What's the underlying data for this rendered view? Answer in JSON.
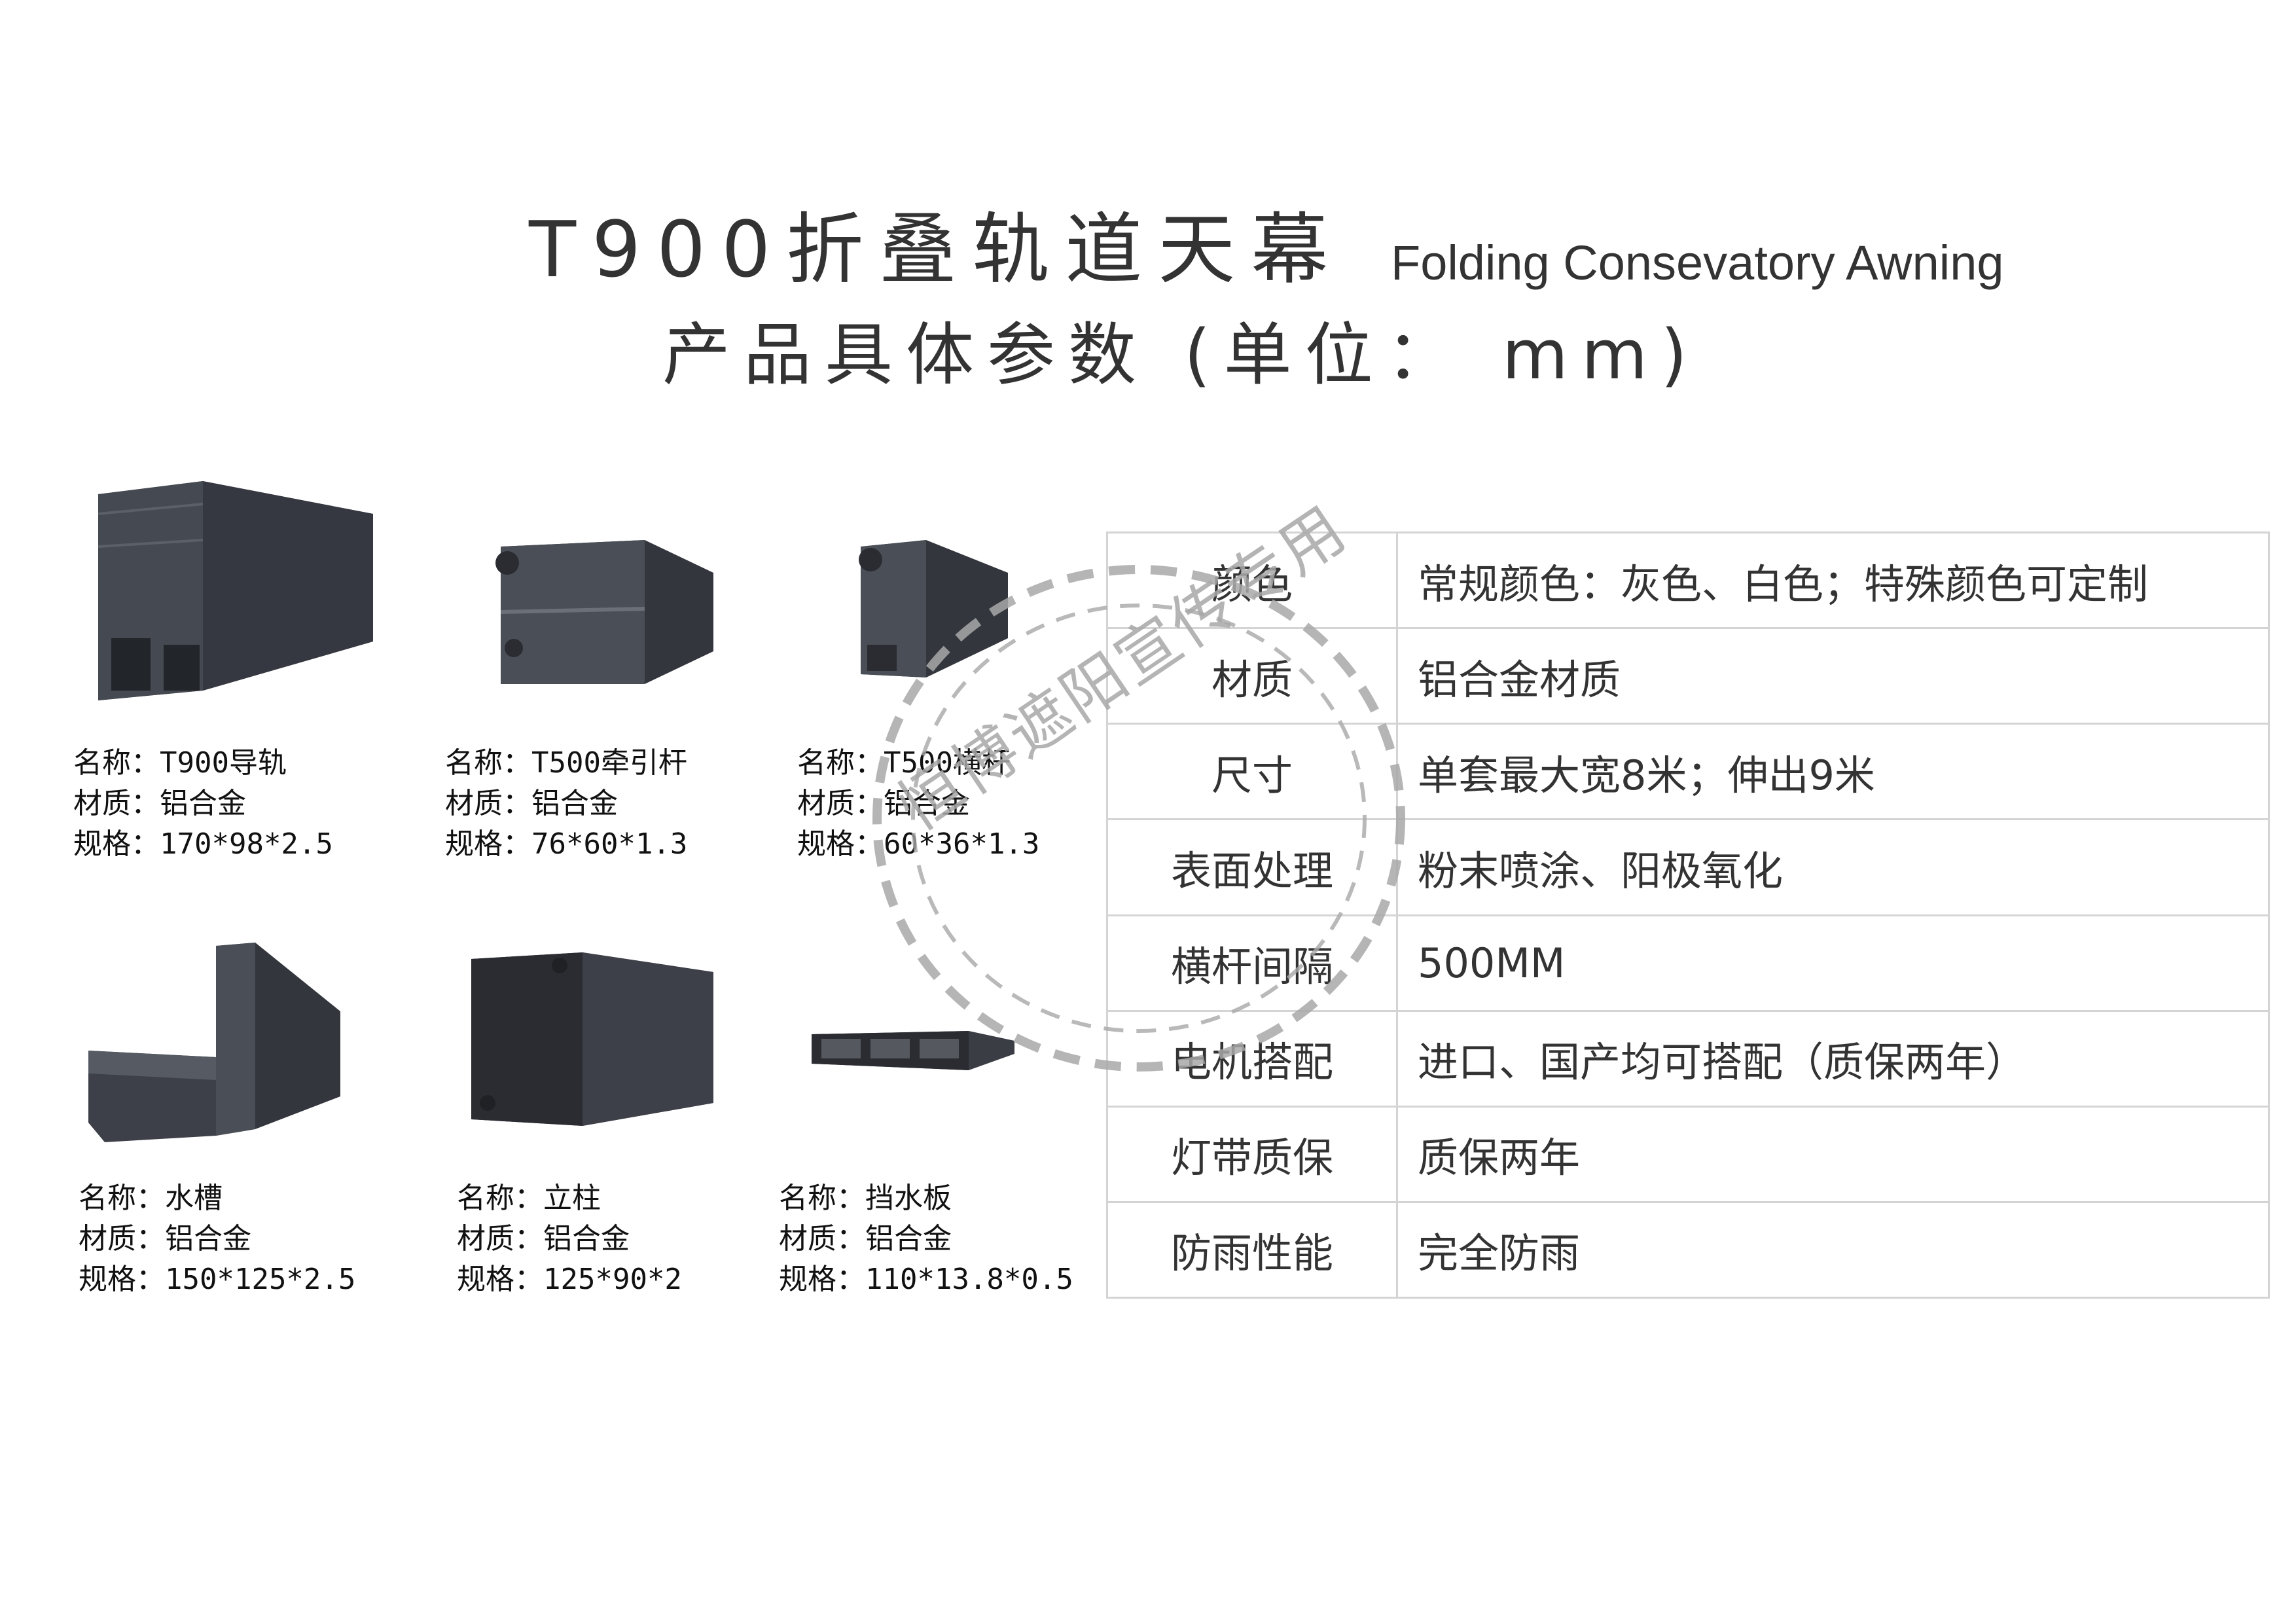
{
  "header": {
    "title_cn": "T900折叠轨道天幕",
    "title_en": "Folding Consevatory Awning",
    "subtitle": "产品具体参数 (单位： mm)"
  },
  "products": [
    {
      "name": "名称：T900导轨",
      "material": "材质：铝合金",
      "spec": "规格：170*98*2.5"
    },
    {
      "name": "名称：T500牵引杆",
      "material": "材质：铝合金",
      "spec": "规格：76*60*1.3"
    },
    {
      "name": "名称：T500横杆",
      "material": "材质：铝合金",
      "spec": "规格：60*36*1.3"
    },
    {
      "name": "名称：水槽",
      "material": "材质：铝合金",
      "spec": "规格：150*125*2.5"
    },
    {
      "name": "名称：立柱",
      "material": "材质：铝合金",
      "spec": "规格：125*90*2"
    },
    {
      "name": "名称：挡水板",
      "material": "材质：铝合金",
      "spec": "规格：110*13.8*0.5"
    }
  ],
  "spec_table": [
    {
      "label": "颜色",
      "value": "常规颜色：灰色、白色；特殊颜色可定制"
    },
    {
      "label": "材质",
      "value": "铝合金材质"
    },
    {
      "label": "尺寸",
      "value": "单套最大宽8米；伸出9米"
    },
    {
      "label": "表面处理",
      "value": "粉末喷涂、阳极氧化"
    },
    {
      "label": "横杆间隔",
      "value": "500MM"
    },
    {
      "label": "电机搭配",
      "value": "进口、国产均可搭配（质保两年）"
    },
    {
      "label": "灯带质保",
      "value": "质保两年"
    },
    {
      "label": "防雨性能",
      "value": "完全防雨"
    }
  ],
  "watermark": "恒博遮阳宣传专用",
  "colors": {
    "profile": "#3a3d44",
    "profile_dark": "#2a2c31",
    "stamp": "#a8a8a8"
  }
}
